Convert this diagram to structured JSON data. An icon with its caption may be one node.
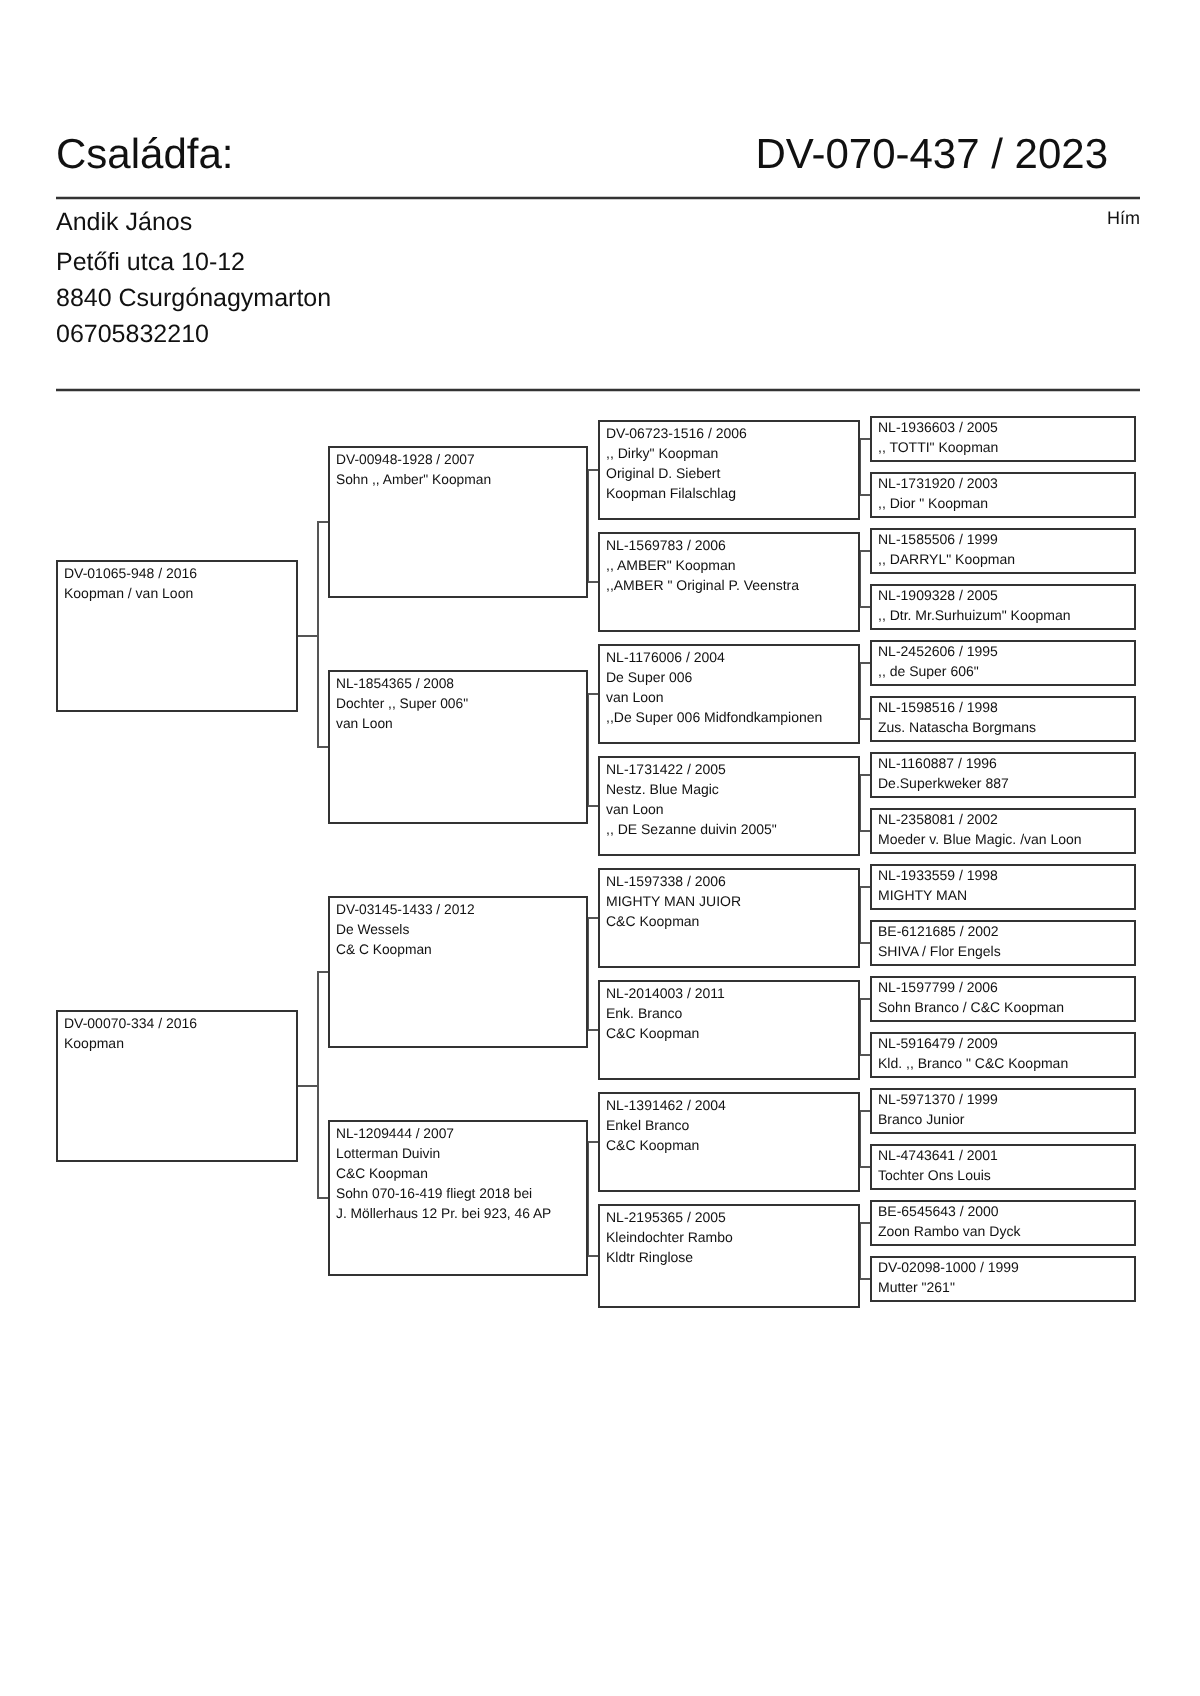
{
  "diagram": {
    "title": "Családfa:",
    "nodes": [
      {
        "text": [
          "DV-01065-948 / 2016",
          "Koopman / van Loon"
        ]
      },
      {
        "text": [
          "DV-00070-334 / 2016",
          "Koopman"
        ]
      },
      {
        "text": [
          "DV-00948-1928 / 2007",
          "Sohn ,, Amber\" Koopman"
        ]
      },
      {
        "text": [
          "NL-1854365 / 2008",
          "Dochter ,, Super 006\"",
          "van Loon"
        ]
      },
      {
        "text": [
          "DV-03145-1433 / 2012",
          "De Wessels",
          "C& C Koopman"
        ]
      },
      {
        "text": [
          "NL-1209444 / 2007",
          "Lotterman Duivin",
          "C&C Koopman",
          "Sohn 070-16-419 fliegt 2018 bei",
          "J. Möllerhaus 12 Pr. bei 923, 46 AP"
        ]
      },
      {
        "text": [
          "DV-06723-1516 / 2006",
          ",, Dirky\" Koopman",
          "Original D. Siebert",
          "Koopman Filalschlag"
        ]
      },
      {
        "text": [
          "NL-1569783 / 2006",
          ",, AMBER\" Koopman",
          ",,AMBER \" Original P. Veenstra"
        ]
      },
      {
        "text": [
          "NL-1176006 / 2004",
          "De Super 006",
          "van Loon",
          ",,De Super 006 Midfondkampionen"
        ]
      },
      {
        "text": [
          "NL-1731422 / 2005",
          "Nestz. Blue Magic",
          "van Loon",
          ",, DE Sezanne duivin 2005\""
        ]
      },
      {
        "text": [
          "NL-1597338 / 2006",
          "MIGHTY MAN JUIOR",
          "C&C Koopman"
        ]
      },
      {
        "text": [
          "NL-2014003 / 2011",
          "Enk. Branco",
          "C&C Koopman"
        ]
      },
      {
        "text": [
          "NL-1391462 / 2004",
          "Enkel Branco",
          "C&C Koopman"
        ]
      },
      {
        "text": [
          "NL-2195365 / 2005",
          "Kleindochter Rambo",
          "Kldtr Ringlose"
        ]
      },
      {
        "text": [
          "NL-1936603 / 2005",
          ",, TOTTI\" Koopman"
        ]
      },
      {
        "text": [
          "NL-1731920 / 2003",
          ",, Dior \" Koopman"
        ]
      },
      {
        "text": [
          "NL-1585506 / 1999",
          ",, DARRYL\" Koopman"
        ]
      },
      {
        "text": [
          "NL-1909328 / 2005",
          ",, Dtr. Mr.Surhuizum\" Koopman"
        ]
      },
      {
        "text": [
          "NL-2452606 / 1995",
          ",, de Super 606\""
        ]
      },
      {
        "text": [
          "NL-1598516 / 1998",
          "Zus. Natascha  Borgmans"
        ]
      },
      {
        "text": [
          "NL-1160887 / 1996",
          "De.Superkweker 887"
        ]
      },
      {
        "text": [
          "NL-2358081 / 2002",
          "Moeder v. Blue Magic. /van Loon"
        ]
      },
      {
        "text": [
          "NL-1933559 / 1998",
          "MIGHTY MAN"
        ]
      },
      {
        "text": [
          "BE-6121685 / 2002",
          "SHIVA  / Flor Engels"
        ]
      },
      {
        "text": [
          "NL-1597799 / 2006",
          "Sohn Branco / C&C Koopman"
        ]
      },
      {
        "text": [
          "NL-5916479 / 2009",
          "Kld. ,, Branco \" C&C Koopman"
        ]
      },
      {
        "text": [
          "NL-5971370 / 1999",
          "Branco Junior"
        ]
      },
      {
        "text": [
          "NL-4743641 / 2001",
          "Tochter Ons Louis"
        ]
      },
      {
        "text": [
          "BE-6545643 / 2000",
          "Zoon Rambo van Dyck"
        ]
      },
      {
        "text": [
          "DV-02098-1000 / 1999",
          "Mutter \"261\""
        ]
      }
    ],
    "edges": [
      {
        "from": 0,
        "to": 2,
        "arrow": "none"
      },
      {
        "from": 0,
        "to": 3,
        "arrow": "none"
      },
      {
        "from": 1,
        "to": 4,
        "arrow": "none"
      },
      {
        "from": 1,
        "to": 5,
        "arrow": "none"
      },
      {
        "from": 2,
        "to": 6,
        "arrow": "none"
      },
      {
        "from": 2,
        "to": 7,
        "arrow": "none"
      },
      {
        "from": 3,
        "to": 8,
        "arrow": "none"
      },
      {
        "from": 3,
        "to": 9,
        "arrow": "none"
      },
      {
        "from": 4,
        "to": 10,
        "arrow": "none"
      },
      {
        "from": 4,
        "to": 11,
        "arrow": "none"
      },
      {
        "from": 5,
        "to": 12,
        "arrow": "none"
      },
      {
        "from": 5,
        "to": 13,
        "arrow": "none"
      },
      {
        "from": 6,
        "to": 14,
        "arrow": "none"
      },
      {
        "from": 6,
        "to": 15,
        "arrow": "none"
      },
      {
        "from": 7,
        "to": 16,
        "arrow": "none"
      },
      {
        "from": 7,
        "to": 17,
        "arrow": "none"
      },
      {
        "from": 8,
        "to": 18,
        "arrow": "none"
      },
      {
        "from": 8,
        "to": 19,
        "arrow": "none"
      },
      {
        "from": 9,
        "to": 20,
        "arrow": "none"
      },
      {
        "from": 9,
        "to": 21,
        "arrow": "none"
      },
      {
        "from": 10,
        "to": 22,
        "arrow": "none"
      },
      {
        "from": 10,
        "to": 23,
        "arrow": "none"
      },
      {
        "from": 11,
        "to": 24,
        "arrow": "none"
      },
      {
        "from": 11,
        "to": 25,
        "arrow": "none"
      },
      {
        "from": 12,
        "to": 26,
        "arrow": "none"
      },
      {
        "from": 12,
        "to": 27,
        "arrow": "none"
      },
      {
        "from": 13,
        "to": 28,
        "arrow": "none"
      },
      {
        "from": 13,
        "to": 29,
        "arrow": "none"
      }
    ],
    "labels": [
      "DV-070-437 / 2023",
      "Andik János",
      "Hím",
      "Petőfi utca 10-12",
      "8840 Csurgónagymarton",
      "06705832210"
    ]
  }
}
